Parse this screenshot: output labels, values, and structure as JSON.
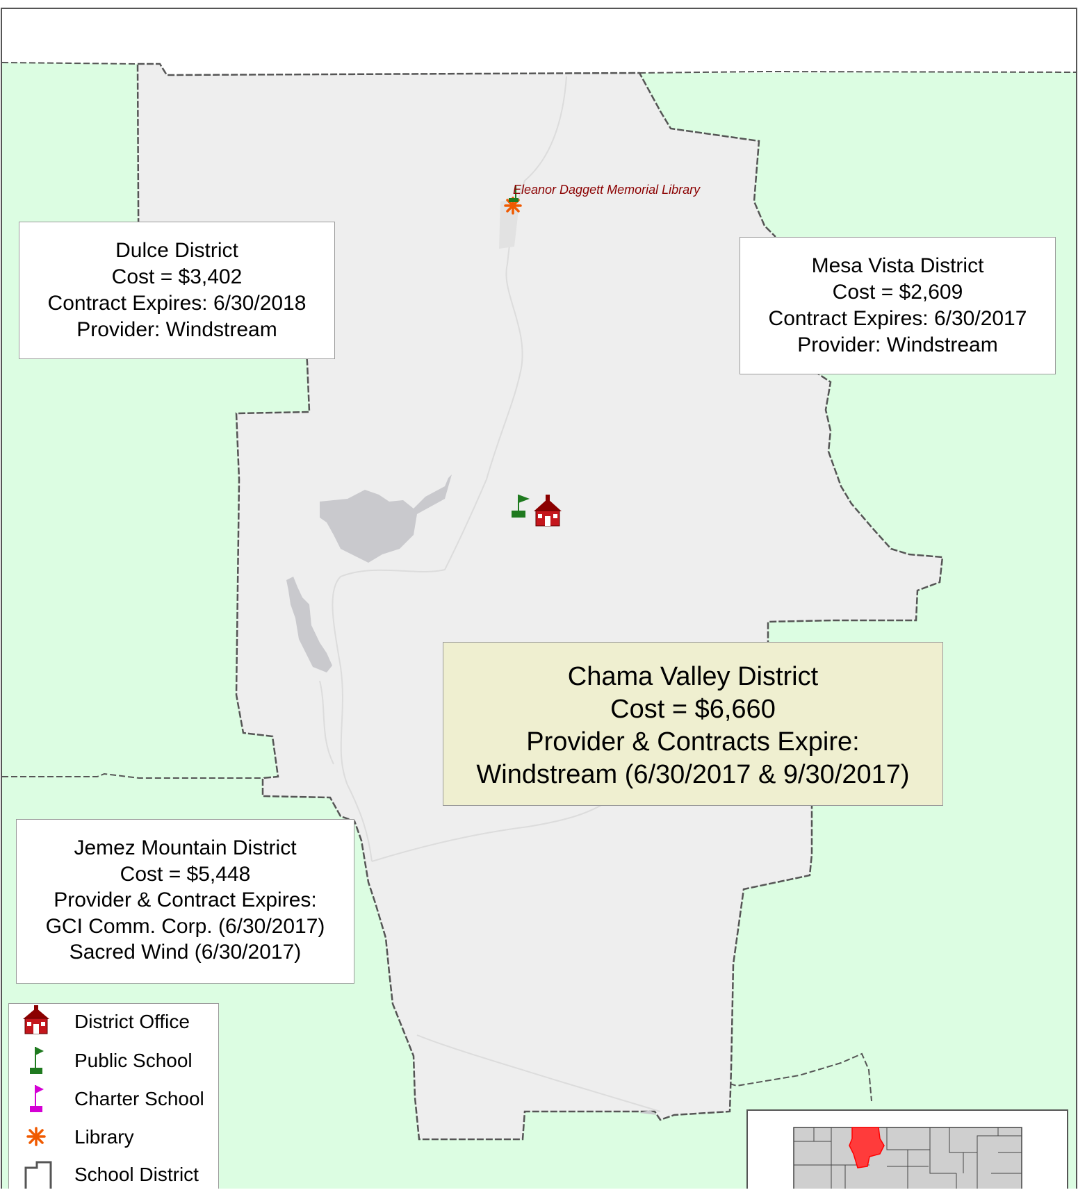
{
  "districts": [
    {
      "id": "dulce",
      "lines": [
        "Dulce District",
        "Cost = $3,402",
        "Contract Expires: 6/30/2018",
        "Provider: Windstream"
      ]
    },
    {
      "id": "mesa",
      "lines": [
        "Mesa Vista District",
        "Cost = $2,609",
        "Contract Expires: 6/30/2017",
        "Provider: Windstream"
      ]
    },
    {
      "id": "chama",
      "lines": [
        "Chama Valley District",
        "Cost = $6,660",
        "Provider & Contracts Expire:",
        "Windstream (6/30/2017 & 9/30/2017)"
      ],
      "highlighted": true
    },
    {
      "id": "jemez",
      "lines": [
        "Jemez Mountain District",
        "Cost = $5,448",
        "Provider & Contract Expires:",
        "GCI Comm. Corp. (6/30/2017)",
        "Sacred Wind (6/30/2017)"
      ]
    }
  ],
  "map_labels": {
    "library": "Eleanor Daggett Memorial Library"
  },
  "legend": [
    {
      "label": "District Office",
      "icon": "district-office-icon"
    },
    {
      "label": "Public School",
      "icon": "public-school-flag-icon"
    },
    {
      "label": "Charter School",
      "icon": "charter-school-flag-icon"
    },
    {
      "label": "Library",
      "icon": "library-asterisk-icon"
    },
    {
      "label": "School District",
      "icon": "school-district-outline-icon"
    }
  ],
  "colors": {
    "selected_district_fill": "#eeeeee",
    "surrounding_fill": "#dcfde2",
    "water": "#c9c9cd",
    "boundary": "#555555",
    "district_office": "#c4161c",
    "public_school": "#1f7a1f",
    "charter_school": "#d400d4",
    "library": "#f05a00",
    "inset_highlight": "#ff3b3b",
    "inset_counties": "#cfcfcf"
  }
}
